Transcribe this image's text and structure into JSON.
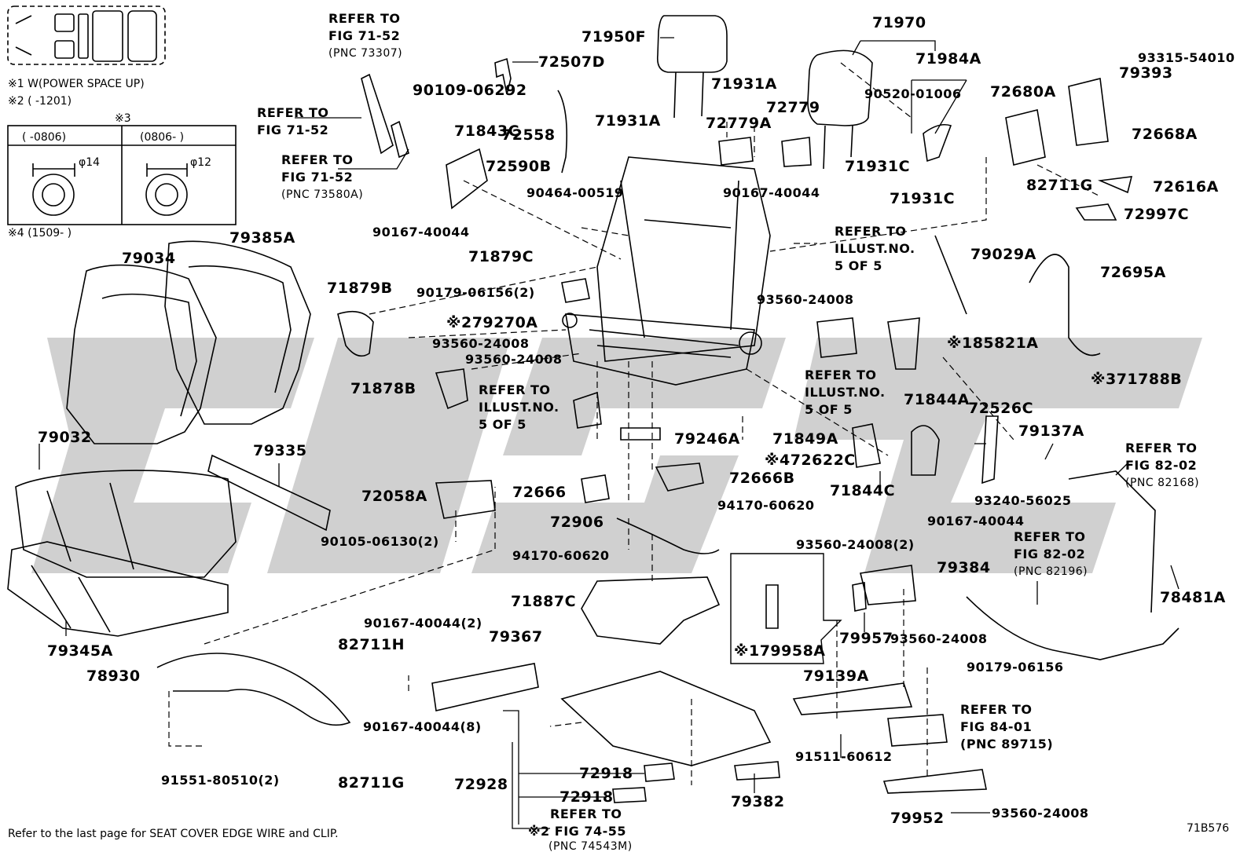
{
  "legend": {
    "note1": "※1 W(POWER SPACE UP)",
    "note2": "※2 (      -1201)",
    "note3": "※3",
    "col1_header": "(     -0806)",
    "col2_header": "(0806-      )",
    "col1_dim": "φ14",
    "col2_dim": "φ12",
    "note4": "※4 (1509-      )"
  },
  "parts": {
    "p71950F": "71950F",
    "p72507D": "72507D",
    "p90109": "90109-06292",
    "p72558": "72558",
    "p72590B": "72590B",
    "p71931A_a": "71931A",
    "p71931A_b": "71931A",
    "p71970": "71970",
    "p71984A": "71984A",
    "p90520": "90520-01006",
    "p72779": "72779",
    "p72779A": "72779A",
    "p71931C_a": "71931C",
    "p71931C_b": "71931C",
    "p90167_a": "90167-40044",
    "p90464": "90464-00519",
    "p71843C": "71843C",
    "p90167_b": "90167-40044",
    "p71879C": "71879C",
    "p93315": "93315-54010",
    "p79393": "79393",
    "p72680A": "72680A",
    "p72668A": "72668A",
    "p82711G_a": "82711G",
    "p72616A": "72616A",
    "p72997C": "72997C",
    "p79029A": "79029A",
    "p72695A": "72695A",
    "p85821A": "※185821A",
    "p71788B": "※371788B",
    "p79034": "79034",
    "p79385A": "79385A",
    "p71879B": "71879B",
    "p90179_a": "90179-06156(2)",
    "p79270A": "※279270A",
    "p93560_a": "93560-24008",
    "p93560_b": "93560-24008",
    "p93560_c": "93560-24008",
    "p71878B": "71878B",
    "p79032": "79032",
    "p79335": "79335",
    "p79246A": "79246A",
    "p71849A": "71849A",
    "p72622C": "※472622C",
    "p71844A": "71844A",
    "p72526C": "72526C",
    "p79137A": "79137A",
    "p71844C": "71844C",
    "p72058A": "72058A",
    "p72666": "72666",
    "p72666B": "72666B",
    "p93240": "93240-56025",
    "p90167_c": "90167-40044",
    "p90105": "90105-06130(2)",
    "p72906": "72906",
    "p94170_a": "94170-60620",
    "p94170_b": "94170-60620",
    "p93560_d": "93560-24008(2)",
    "p79384": "79384",
    "p79345A": "79345A",
    "p71887C": "71887C",
    "p78481A": "78481A",
    "p79958A": "※179958A",
    "p79957": "79957",
    "p93560_e": "93560-24008",
    "p90167_d": "90167-40044(2)",
    "p79367": "79367",
    "p90179_b": "90179-06156",
    "p82711H": "82711H",
    "p78930": "78930",
    "p79139A": "79139A",
    "p90167_e": "90167-40044(8)",
    "p91511": "91511-60612",
    "p72918_a": "72918",
    "p72918_b": "72918",
    "p72928": "72928",
    "p79382": "79382",
    "p91551": "91551-80510(2)",
    "p82711G_b": "82711G",
    "p79952": "79952",
    "p93560_f": "93560-24008"
  },
  "refs": {
    "r1": [
      "REFER TO",
      "FIG 71-52",
      "(PNC 73307)"
    ],
    "r2": [
      "REFER TO",
      "FIG 71-52"
    ],
    "r3": [
      "REFER TO",
      "FIG 71-52",
      "(PNC 73580A)"
    ],
    "r4": [
      "REFER TO",
      "ILLUST.NO.",
      "5 OF 5"
    ],
    "r5": [
      "REFER TO",
      "ILLUST.NO.",
      "5 OF 5"
    ],
    "r6": [
      "REFER TO",
      "ILLUST.NO.",
      "5 OF 5"
    ],
    "r7": [
      "REFER TO",
      "FIG 82-02",
      "(PNC 82168)"
    ],
    "r8": [
      "REFER TO",
      "FIG 82-02",
      "(PNC 82196)"
    ],
    "r9": [
      "REFER TO",
      "FIG 84-01",
      "(PNC 89715)"
    ],
    "r10": [
      "REFER TO",
      "※2 FIG 74-55",
      "(PNC 74543M)"
    ]
  },
  "footer": {
    "note": "Refer to the last page for SEAT COVER EDGE WIRE and CLIP.",
    "code": "71B576"
  }
}
